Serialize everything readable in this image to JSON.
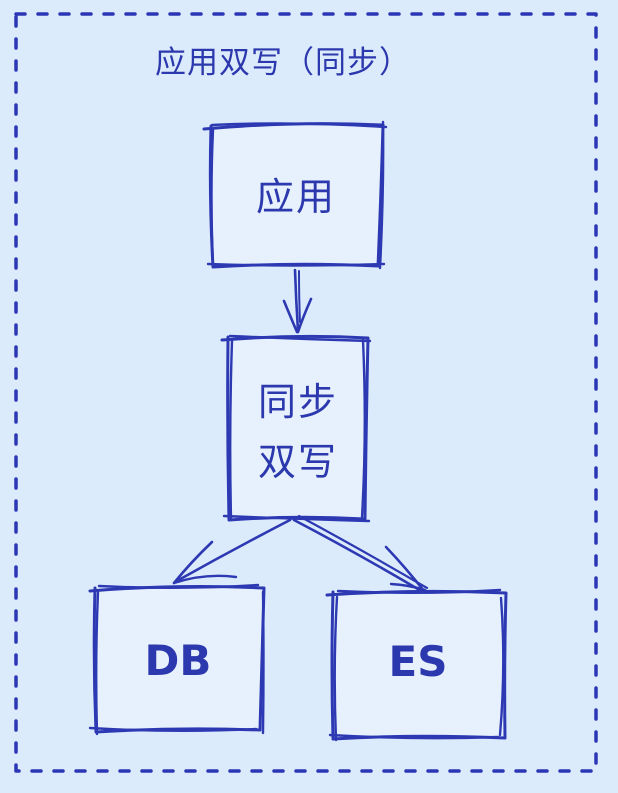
{
  "diagram": {
    "title": "应用双写（同步）",
    "nodes": {
      "app": {
        "label": "应用"
      },
      "sync": {
        "label_line1": "同步",
        "label_line2": "双写"
      },
      "db": {
        "label": "DB"
      },
      "es": {
        "label": "ES"
      }
    },
    "edges": [
      {
        "from": "应用",
        "to": "同步双写",
        "style": "arrow-down"
      },
      {
        "from": "同步双写",
        "to": "DB",
        "style": "arrow-down-left"
      },
      {
        "from": "同步双写",
        "to": "ES",
        "style": "arrow-down-right"
      }
    ],
    "colors": {
      "background": "#dcebfc",
      "box_fill": "#e7f1fd",
      "stroke": "#2d39b2",
      "text": "#2c38ad",
      "dashed_border": "#2b36b4"
    }
  }
}
